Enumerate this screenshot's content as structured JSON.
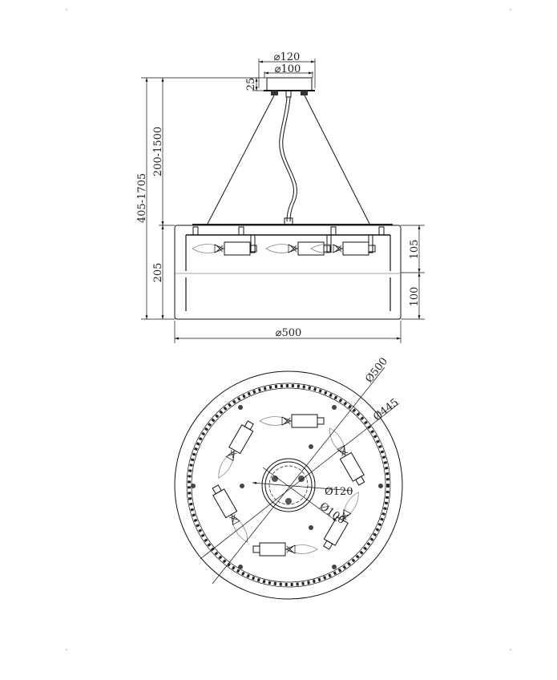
{
  "side_view": {
    "canopy_outer_diameter": "⌀120",
    "canopy_inner_diameter": "⌀100",
    "canopy_height": "25",
    "total_height": "405-1705",
    "suspension_length": "200-1500",
    "shade_height": "205",
    "upper_section_height": "105",
    "lower_section_height": "100",
    "shade_diameter": "⌀500"
  },
  "top_view": {
    "outer_diameter": "Ø500",
    "frame_diameter": "Ø445",
    "canopy_outer_diameter": "Ø120",
    "canopy_inner_diameter": "Ø100"
  }
}
